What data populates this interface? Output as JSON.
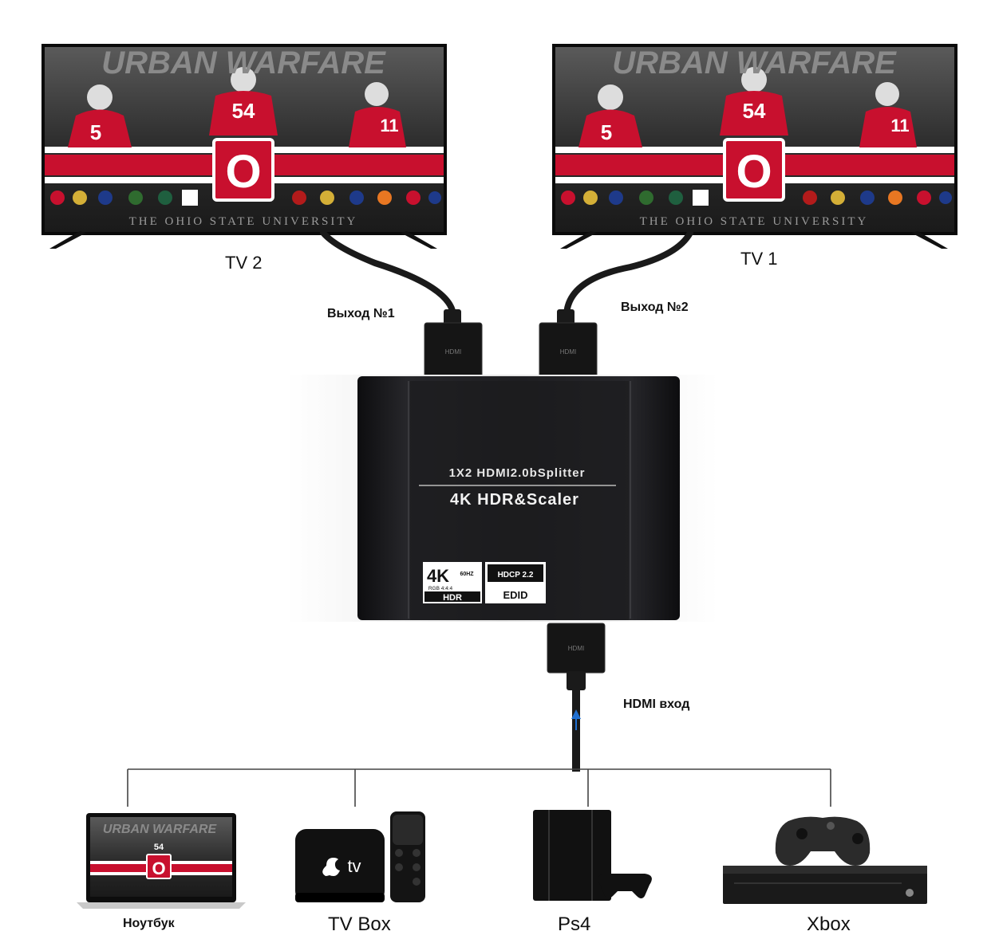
{
  "tvs": {
    "left": {
      "label": "TV 2",
      "screen_title": "URBAN WARFARE",
      "footer": "THE OHIO STATE UNIVERSITY",
      "center_number": "54",
      "left_number": "5",
      "right_number": "11",
      "logo_letter": "O"
    },
    "right": {
      "label": "TV 1",
      "screen_title": "URBAN WARFARE",
      "footer": "THE OHIO STATE UNIVERSITY",
      "center_number": "54",
      "left_number": "5",
      "right_number": "11",
      "logo_letter": "O"
    }
  },
  "outputs": {
    "out1": "Выход №1",
    "out2": "Выход №2"
  },
  "connector_text": "HDMI",
  "splitter": {
    "line1": "1X2 HDMI2.0bSplitter",
    "line2": "4K HDR&Scaler",
    "badge_4k": "4K",
    "badge_60hz": "60HZ",
    "badge_rgb": "RGB 4:4:4",
    "badge_hdr": "HDR",
    "badge_hdcp": "HDCP 2.2",
    "badge_edid": "EDID"
  },
  "input_label": "HDMI вход",
  "sources": [
    {
      "label": "Ноутбук",
      "screen_title": "URBAN WARFARE",
      "center_number": "54",
      "logo_letter": "O"
    },
    {
      "label": "TV Box",
      "device_text": "tv"
    },
    {
      "label": "Ps4"
    },
    {
      "label": "Xbox"
    }
  ],
  "colors": {
    "cable": "#1a1a1a",
    "splitter_body": "#1c1c1e",
    "team_red": "#c8102e",
    "tree_line": "#444444",
    "arrow": "#1f6fd1"
  }
}
